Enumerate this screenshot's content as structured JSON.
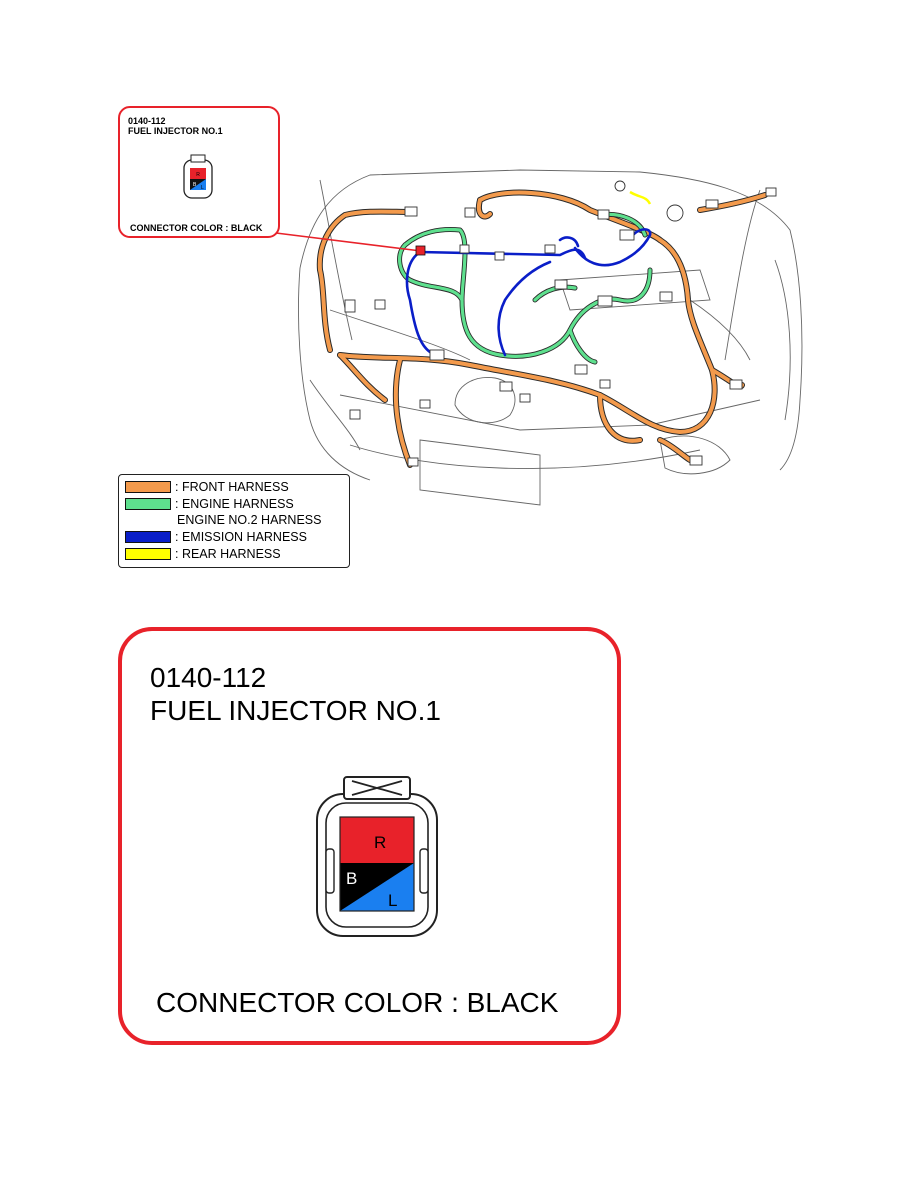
{
  "callout_small": {
    "code": "0140-112",
    "name": "FUEL INJECTOR NO.1",
    "connector_color": "CONNECTOR COLOR : BLACK"
  },
  "callout_large": {
    "code": "0140-112",
    "name": "FUEL INJECTOR NO.1",
    "connector_color": "CONNECTOR COLOR : BLACK"
  },
  "connector": {
    "terminal_top": "R",
    "terminal_bottom_left": "B",
    "terminal_bottom_right": "L",
    "colors": {
      "R": "#e8222a",
      "B": "#000000",
      "L": "#1a7ff0"
    }
  },
  "legend": {
    "items": [
      {
        "label": ": FRONT HARNESS",
        "color": "#f39a4c"
      },
      {
        "label": ": ENGINE HARNESS",
        "color": "#5ee08e"
      },
      {
        "label": "ENGINE NO.2 HARNESS",
        "color": ""
      },
      {
        "label": ": EMISSION HARNESS",
        "color": "#0a1ec8"
      },
      {
        "label": ": REAR HARNESS",
        "color": "#ffff00"
      }
    ]
  },
  "colors": {
    "callout_border": "#e8222a",
    "leader_line": "#e8222a"
  }
}
